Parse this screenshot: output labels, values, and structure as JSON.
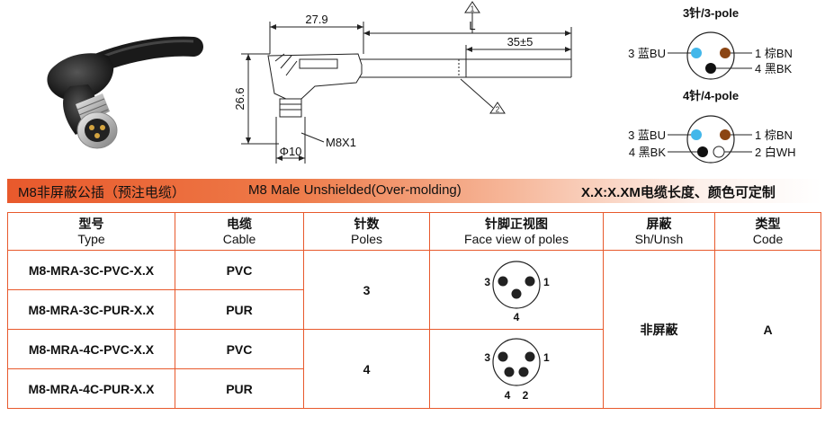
{
  "drawing": {
    "dim_width": "27.9",
    "dim_length": "L",
    "dim_strip": "35±5",
    "dim_height": "26.6",
    "dim_thread": "M8X1",
    "dim_diameter": "Φ10",
    "note_1": "1",
    "note_2": "2"
  },
  "pinout": {
    "three_pole": {
      "title": "3针/3-pole",
      "left_pin": "3 蓝BU",
      "right_pin": "1 棕BN",
      "bottom_pin": "4 黑BK",
      "colors": {
        "blue": "#43b7ea",
        "brown": "#8b4513",
        "black": "#111111"
      }
    },
    "four_pole": {
      "title": "4针/4-pole",
      "left_pin": "3 蓝BU",
      "right_pin": "1 棕BN",
      "bottom_left_pin": "4 黑BK",
      "bottom_right_pin": "2 白WH",
      "colors": {
        "blue": "#43b7ea",
        "brown": "#8b4513",
        "black": "#111111",
        "white": "#ffffff"
      }
    }
  },
  "banner": {
    "cn_title": "M8非屏蔽公插（预注电缆）",
    "en_title": "M8 Male Unshielded(Over-molding)",
    "note": "X.X:X.XM电缆长度、颜色可定制",
    "color": "#e8592c"
  },
  "table": {
    "headers": [
      {
        "cn": "型号",
        "en": "Type"
      },
      {
        "cn": "电缆",
        "en": "Cable"
      },
      {
        "cn": "针数",
        "en": "Poles"
      },
      {
        "cn": "针脚正视图",
        "en": "Face view of poles"
      },
      {
        "cn": "屏蔽",
        "en": "Sh/Unsh"
      },
      {
        "cn": "类型",
        "en": "Code"
      }
    ],
    "rows": [
      {
        "type": "M8-MRA-3C-PVC-X.X",
        "cable": "PVC"
      },
      {
        "type": "M8-MRA-3C-PUR-X.X",
        "cable": "PUR"
      },
      {
        "type": "M8-MRA-4C-PVC-X.X",
        "cable": "PVC"
      },
      {
        "type": "M8-MRA-4C-PUR-X.X",
        "cable": "PUR"
      }
    ],
    "poles_3": "3",
    "poles_4": "4",
    "shield": "非屏蔽",
    "code": "A",
    "face3": {
      "left": "3",
      "right": "1",
      "bottom": "4"
    },
    "face4": {
      "left": "3",
      "right": "1",
      "bottom_left": "4",
      "bottom_right": "2"
    }
  }
}
